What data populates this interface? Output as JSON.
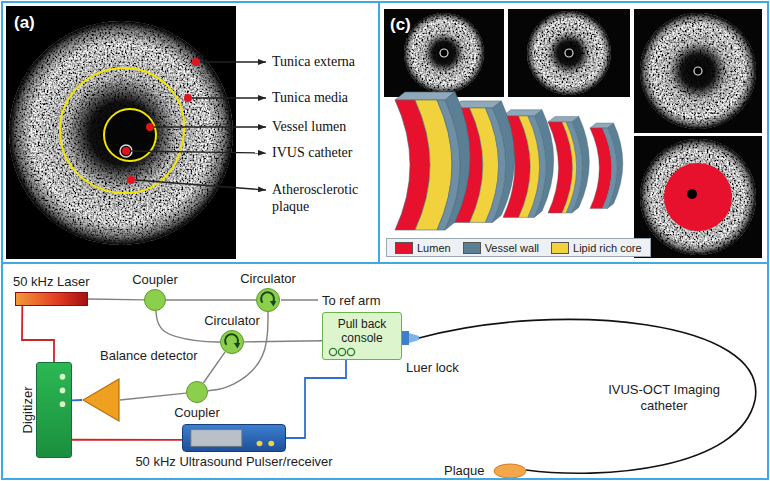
{
  "diagram": {
    "nodes": [
      {
        "text": [
          "50 kHz Laser"
        ]
      },
      {
        "text": [
          "Coupler"
        ]
      },
      {
        "text": [
          "Circulator"
        ]
      },
      {
        "text": [
          "Circulator"
        ]
      },
      {
        "text": [
          "Pull back console"
        ]
      },
      {
        "text": [
          "Balance detector"
        ]
      },
      {
        "text": [
          "Coupler"
        ]
      },
      {
        "text": [
          "Digitizer"
        ]
      },
      {
        "text": [
          "50 kHz Ultrasound Pulser/receiver"
        ]
      }
    ],
    "edges": [
      {
        "from": 0,
        "to": 1,
        "arrow": "none"
      },
      {
        "from": 1,
        "to": 2,
        "arrow": "none"
      },
      {
        "from": 1,
        "to": 3,
        "arrow": "none"
      },
      {
        "from": 3,
        "to": 4,
        "arrow": "none"
      },
      {
        "from": 2,
        "to": 6,
        "arrow": "none"
      },
      {
        "from": 3,
        "to": 6,
        "arrow": "none"
      },
      {
        "from": 6,
        "to": 5,
        "arrow": "none"
      },
      {
        "from": 5,
        "to": 7,
        "arrow": "none"
      },
      {
        "from": 0,
        "to": 7,
        "arrow": "none"
      },
      {
        "from": 8,
        "to": 7,
        "arrow": "none"
      },
      {
        "from": 8,
        "to": 4,
        "arrow": "none"
      }
    ],
    "labels": [
      "(a)",
      "Tunica externa",
      "Tunica media",
      "Vessel lumen",
      "IVUS catheter",
      "Atherosclerotic plaque",
      "(c)",
      "To ref arm",
      "Luer lock",
      "IVUS-OCT Imaging catheter",
      "Plaque"
    ],
    "legend": [
      {
        "text": "Lumen",
        "color": "#e8112d"
      },
      {
        "text": "Vessel wall",
        "color": "#5b7f95"
      },
      {
        "text": "Lipid rich core",
        "color": "#f2d23c"
      }
    ]
  }
}
